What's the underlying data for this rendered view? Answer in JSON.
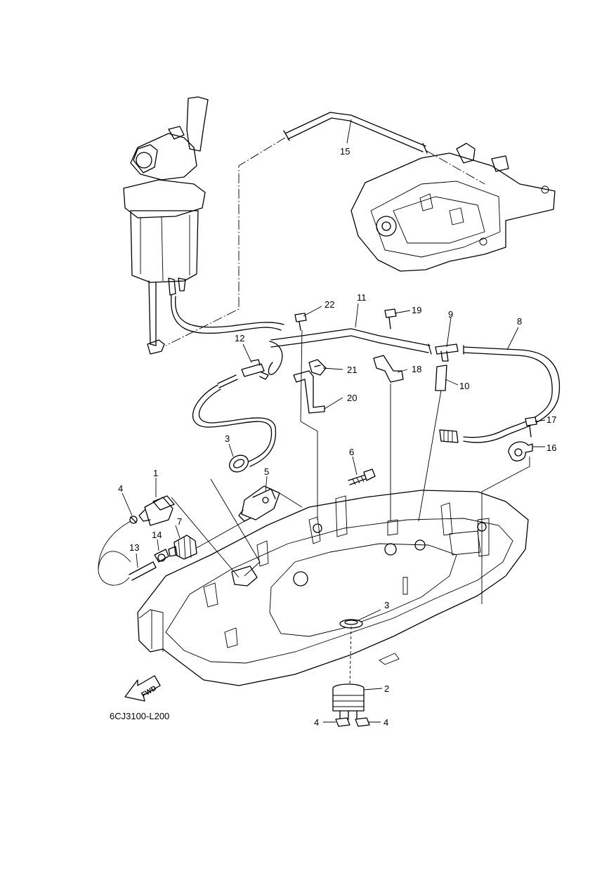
{
  "diagram": {
    "drawing_code": "6CJ3100-L200",
    "direction_label": "FWD",
    "callouts": [
      "1",
      "2",
      "3",
      "3",
      "4",
      "4",
      "4",
      "5",
      "6",
      "7",
      "8",
      "9",
      "10",
      "11",
      "12",
      "13",
      "14",
      "15",
      "16",
      "17",
      "18",
      "19",
      "20",
      "21",
      "22"
    ]
  }
}
